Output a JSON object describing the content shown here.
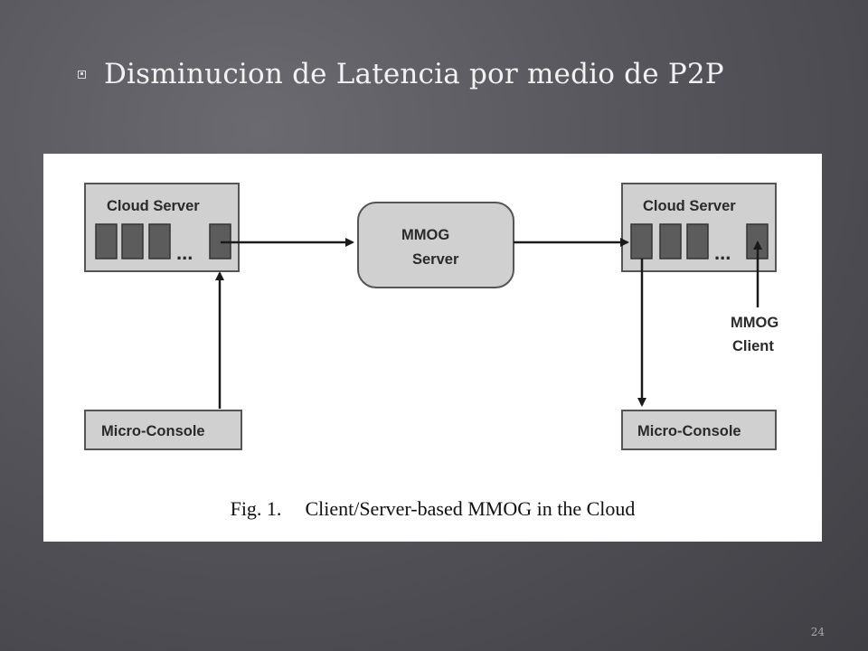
{
  "slide": {
    "bullet_icon": "square-bullet-icon",
    "title": "Disminucion de Latencia por medio de P2P",
    "page_number": "24"
  },
  "figure": {
    "caption_number": "Fig. 1.",
    "caption_text": "Client/Server-based MMOG in the Cloud",
    "left_cloud_server": "Cloud Server",
    "right_cloud_server": "Cloud Server",
    "mmog_server_line1": "MMOG",
    "mmog_server_line2": "Server",
    "left_micro_console": "Micro-Console",
    "right_micro_console": "Micro-Console",
    "mmog_client_line1": "MMOG",
    "mmog_client_line2": "Client",
    "ellipsis": "..."
  }
}
